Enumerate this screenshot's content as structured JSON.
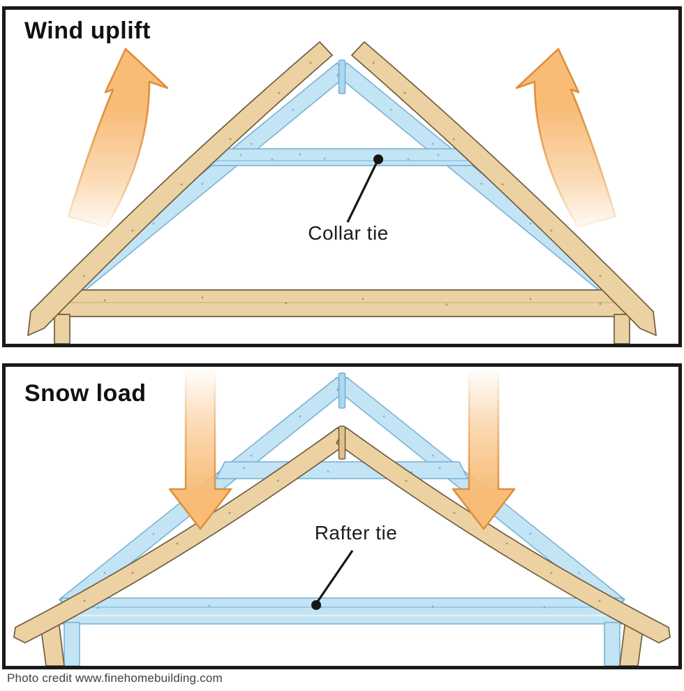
{
  "panels": {
    "wind": {
      "title": "Wind uplift",
      "callout": "Collar tie"
    },
    "snow": {
      "title": "Snow load",
      "callout": "Rafter tie"
    }
  },
  "credit": "Photo credit www.finehomebuilding.com",
  "colors": {
    "wood_tan": "#ecd2a3",
    "wood_tan_outline": "#6e5c40",
    "truss_blue": "#c3e4f5",
    "truss_blue_outline": "#74aed2",
    "arrow_orange": "#f8bc77",
    "arrow_orange_outline": "#dd8f3a",
    "panel_border": "#1a1a1a",
    "label_ink": "#1c1c1c",
    "credit_ink": "#3f3f3f"
  }
}
